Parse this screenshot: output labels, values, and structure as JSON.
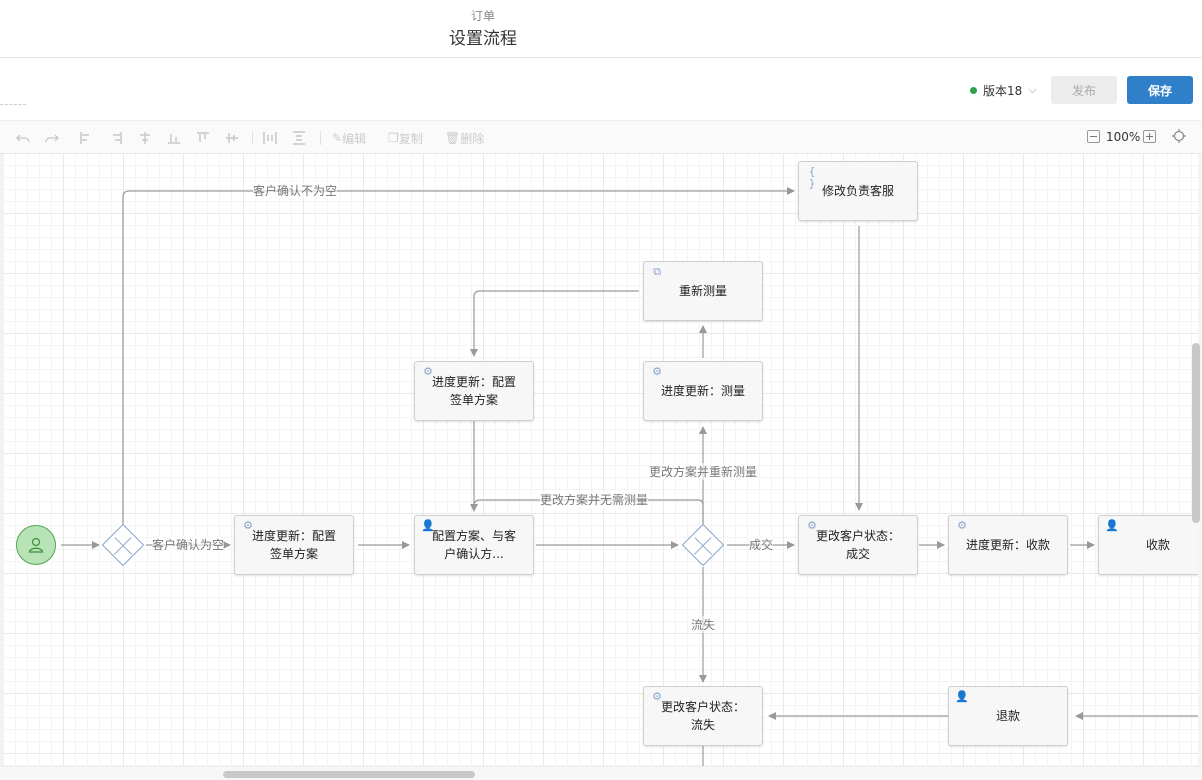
{
  "header": {
    "breadcrumb": "订单",
    "title": "设置流程"
  },
  "version_bar": {
    "version_label": "版本18",
    "status_color": "#2fa14a",
    "publish_label": "发布",
    "save_label": "保存",
    "accent_color": "#2f7fc9"
  },
  "toolbar": {
    "edit_label": "编辑",
    "copy_label": "复制",
    "delete_label": "删除",
    "zoom_level": "100%"
  },
  "flow": {
    "start": {
      "icon": "user-icon"
    },
    "nodes": [
      {
        "id": "n_modify_cs",
        "label": "修改负责客服",
        "icon": "script-icon"
      },
      {
        "id": "n_remeasure",
        "label": "重新测量",
        "icon": "subprocess-icon"
      },
      {
        "id": "n_progress_config_top",
        "label": "进度更新：配置签单方案",
        "icon": "service-icon"
      },
      {
        "id": "n_progress_measure",
        "label": "进度更新：测量",
        "icon": "service-icon"
      },
      {
        "id": "n_progress_config",
        "label": "进度更新：配置签单方案",
        "icon": "service-icon"
      },
      {
        "id": "n_configure_confirm",
        "label": "配置方案、与客户确认方...",
        "icon": "user-task-icon"
      },
      {
        "id": "n_status_deal",
        "label": "更改客户状态：成交",
        "icon": "service-icon"
      },
      {
        "id": "n_progress_payment",
        "label": "进度更新：收款",
        "icon": "service-icon"
      },
      {
        "id": "n_payment",
        "label": "收款",
        "icon": "user-task-icon"
      },
      {
        "id": "n_status_lost",
        "label": "更改客户状态：流失",
        "icon": "service-icon"
      },
      {
        "id": "n_refund",
        "label": "退款",
        "icon": "user-task-icon"
      }
    ],
    "edge_labels": {
      "customer_confirm_not_empty": "客户确认不为空",
      "customer_confirm_empty": "客户确认为空",
      "change_and_remeasure": "更改方案并重新测量",
      "change_no_remeasure": "更改方案并无需测量",
      "deal": "成交",
      "lost": "流失"
    }
  }
}
